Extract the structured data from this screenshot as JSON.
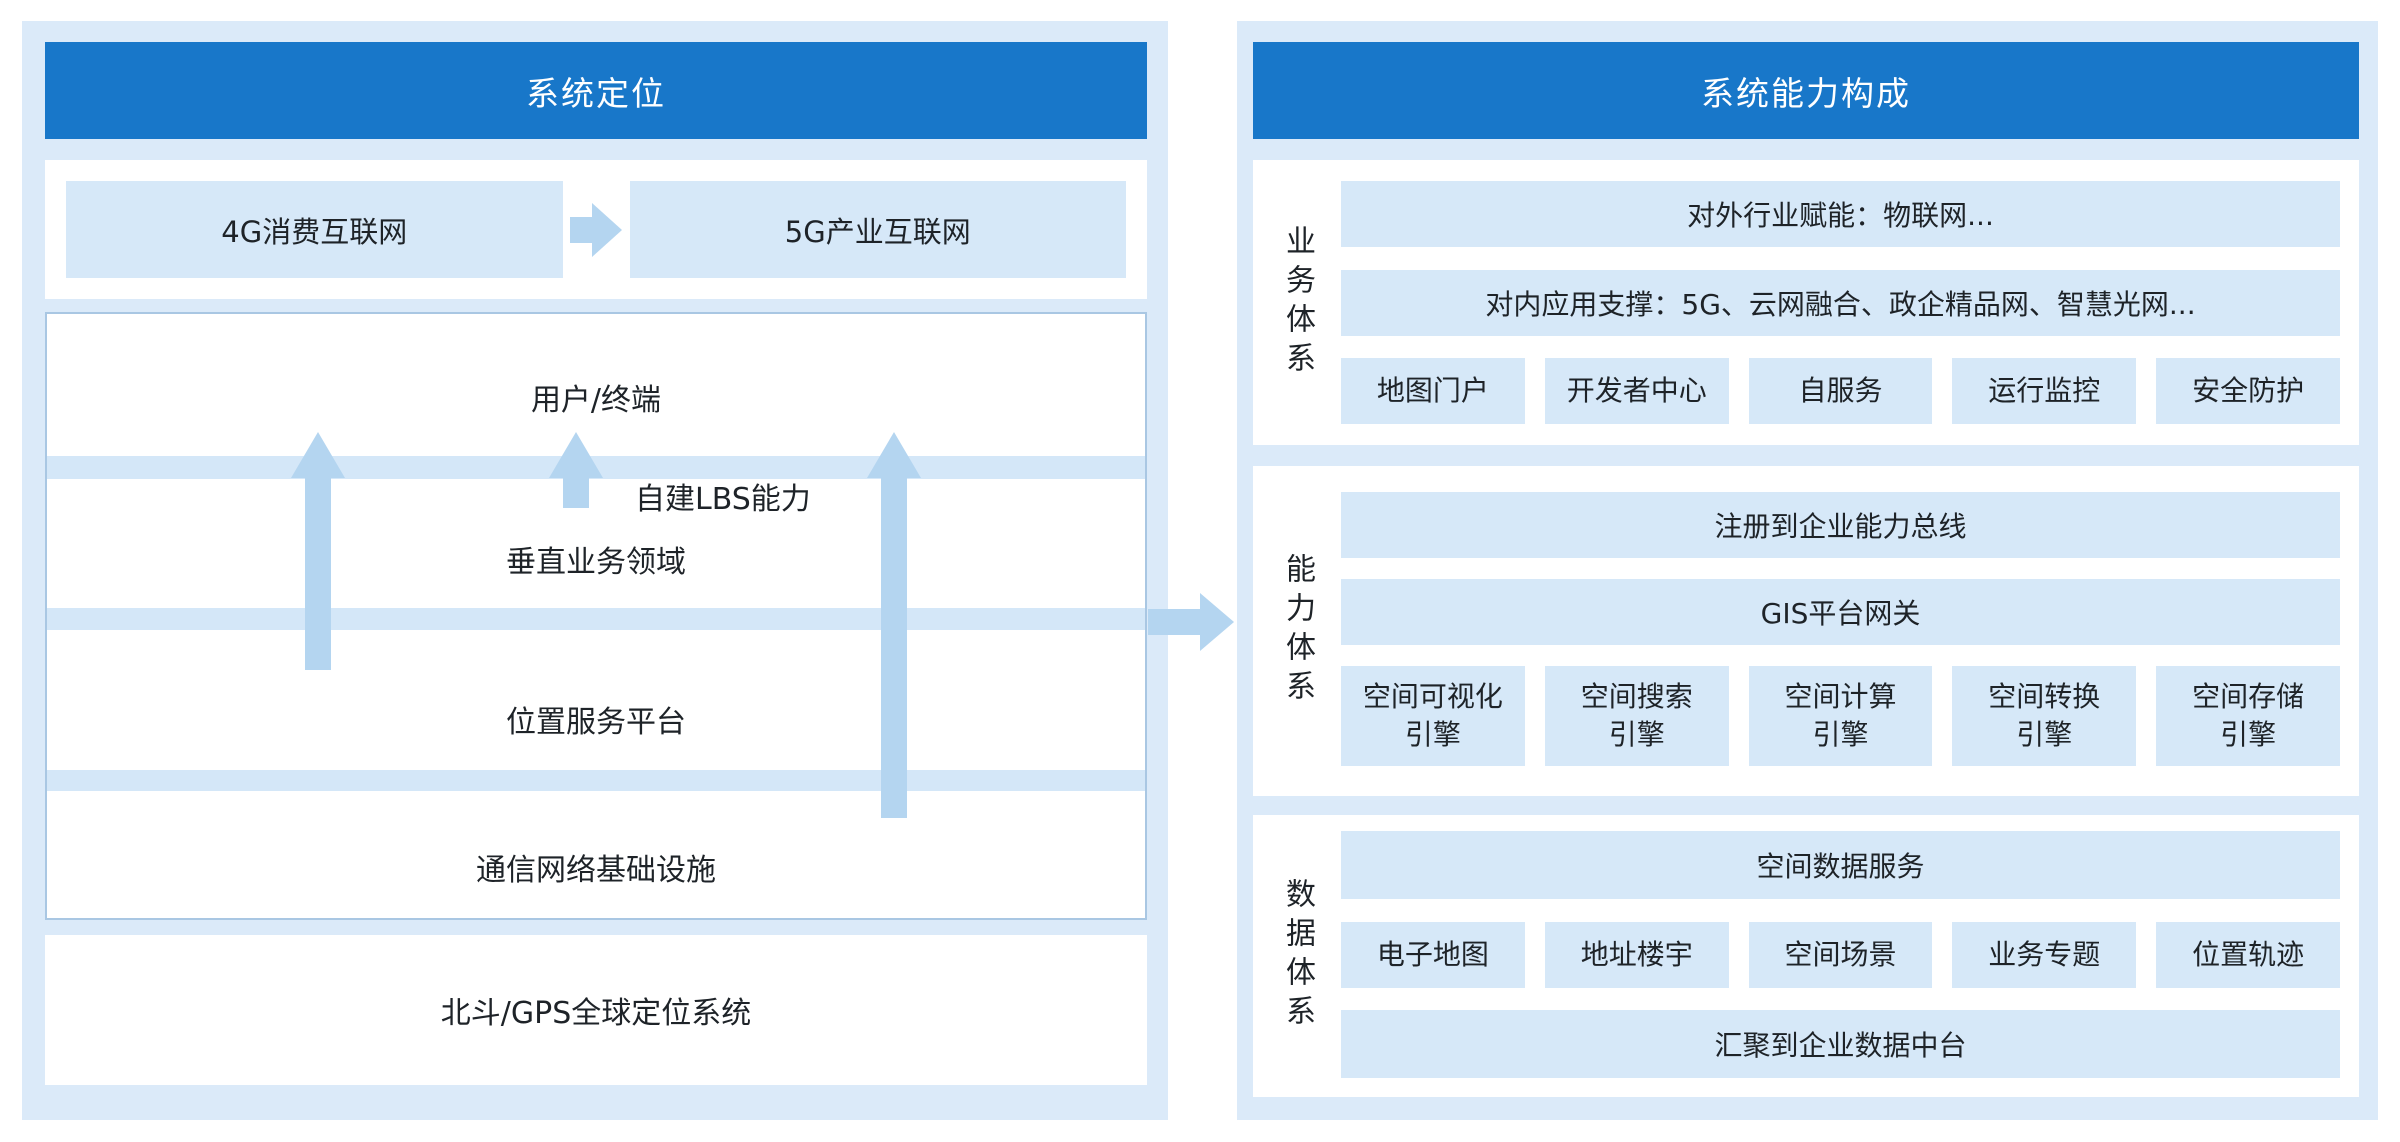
{
  "colors": {
    "header_blue": "#1877c9",
    "panel_bg": "#dbeaf9",
    "box_fill": "#d6e8f8",
    "band_fill": "#d4e7f8",
    "arrow_fill": "#b4d5f0",
    "stack_border": "#a9c7e3",
    "text_dark": "#1e2328",
    "header_text": "#ffffff"
  },
  "left_panel": {
    "title": "系统定位",
    "evolution": {
      "from": "4G消费互联网",
      "to": "5G产业互联网"
    },
    "stack": {
      "layer_user": "用户/终端",
      "side_label": "自建LBS能力",
      "layer_vertical": "垂直业务领域",
      "layer_platform": "位置服务平台",
      "layer_network": "通信网络基础设施"
    },
    "foundation": "北斗/GPS全球定位系统"
  },
  "right_panel": {
    "title": "系统能力构成",
    "sections": [
      {
        "label": "业务体系",
        "row1": "对外行业赋能：物联网...",
        "row2": "对内应用支撑：5G、云网融合、政企精品网、智慧光网...",
        "chips": [
          "地图门户",
          "开发者中心",
          "自服务",
          "运行监控",
          "安全防护"
        ]
      },
      {
        "label": "能力体系",
        "row1": "注册到企业能力总线",
        "row2": "GIS平台网关",
        "chips": [
          "空间可视化\n引擎",
          "空间搜索\n引擎",
          "空间计算\n引擎",
          "空间转换\n引擎",
          "空间存储\n引擎"
        ]
      },
      {
        "label": "数据体系",
        "row1": "空间数据服务",
        "chips": [
          "电子地图",
          "地址楼宇",
          "空间场景",
          "业务专题",
          "位置轨迹"
        ],
        "row3": "汇聚到企业数据中台"
      }
    ]
  }
}
